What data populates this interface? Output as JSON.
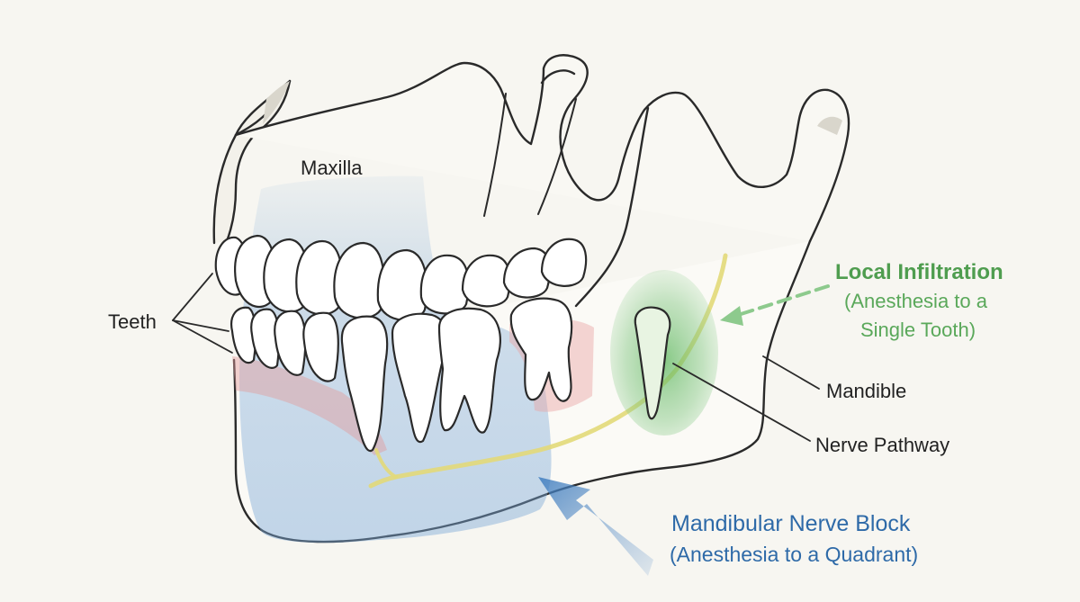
{
  "labels": {
    "maxilla": "Maxilla",
    "teeth": "Teeth",
    "mandible": "Mandible",
    "nerve_pathway": "Nerve Pathway",
    "local_infiltration": {
      "title": "Local Infiltration",
      "line1": "(Anesthesia to a",
      "line2": "Single Tooth)"
    },
    "mandibular_block": {
      "title": "Mandibular Nerve Block",
      "line1": "(Anesthesia to a Quadrant)"
    }
  },
  "colors": {
    "background": "#f7f6f1",
    "outline": "#2a2a2a",
    "block_blue": "#6f9fd2",
    "block_text": "#2e6aa8",
    "infiltration_green": "#6dbb6d",
    "infiltration_text": "#4f9d4f",
    "nerve_yellow": "#e4dc7c",
    "gum_pink": "#e8a4a4"
  }
}
